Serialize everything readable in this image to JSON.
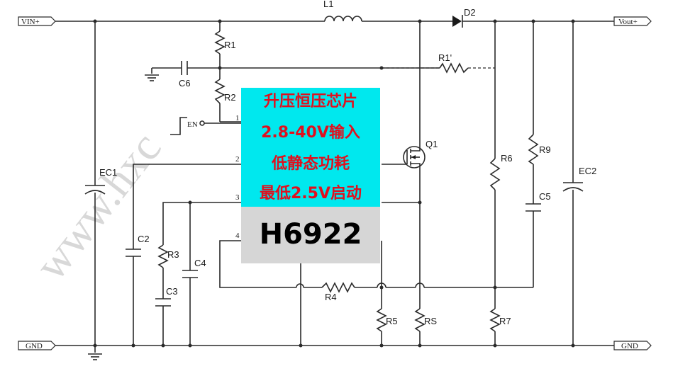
{
  "ports": {
    "vin": "VIN+",
    "vout": "Vout+",
    "gnd_left": "GND",
    "gnd_right": "GND"
  },
  "components": {
    "L1": "L1",
    "D2": "D2",
    "R1": "R1",
    "R1p": "R1'",
    "R2": "R2",
    "C6": "C6",
    "EN": "EN",
    "EC1": "EC1",
    "C2": "C2",
    "R3": "R3",
    "C3": "C3",
    "C4": "C4",
    "R4": "R4",
    "R5": "R5",
    "RS": "RS",
    "Q1": "Q1",
    "R6": "R6",
    "R9": "R9",
    "C5": "C5",
    "R7": "R7",
    "EC2": "EC2"
  },
  "pins": {
    "p1": "1",
    "p2": "2",
    "p3": "3",
    "p4": "4"
  },
  "chip": {
    "features": [
      "升压恒压芯片",
      "2.8-40V输入",
      "低静态功耗",
      "最低2.5V启动"
    ],
    "name": "H6922",
    "highlight_color": "#00e8ee",
    "name_bg_color": "#d6d6d6",
    "feature_text_color": "#e0101e"
  },
  "watermark": "www.hxc"
}
